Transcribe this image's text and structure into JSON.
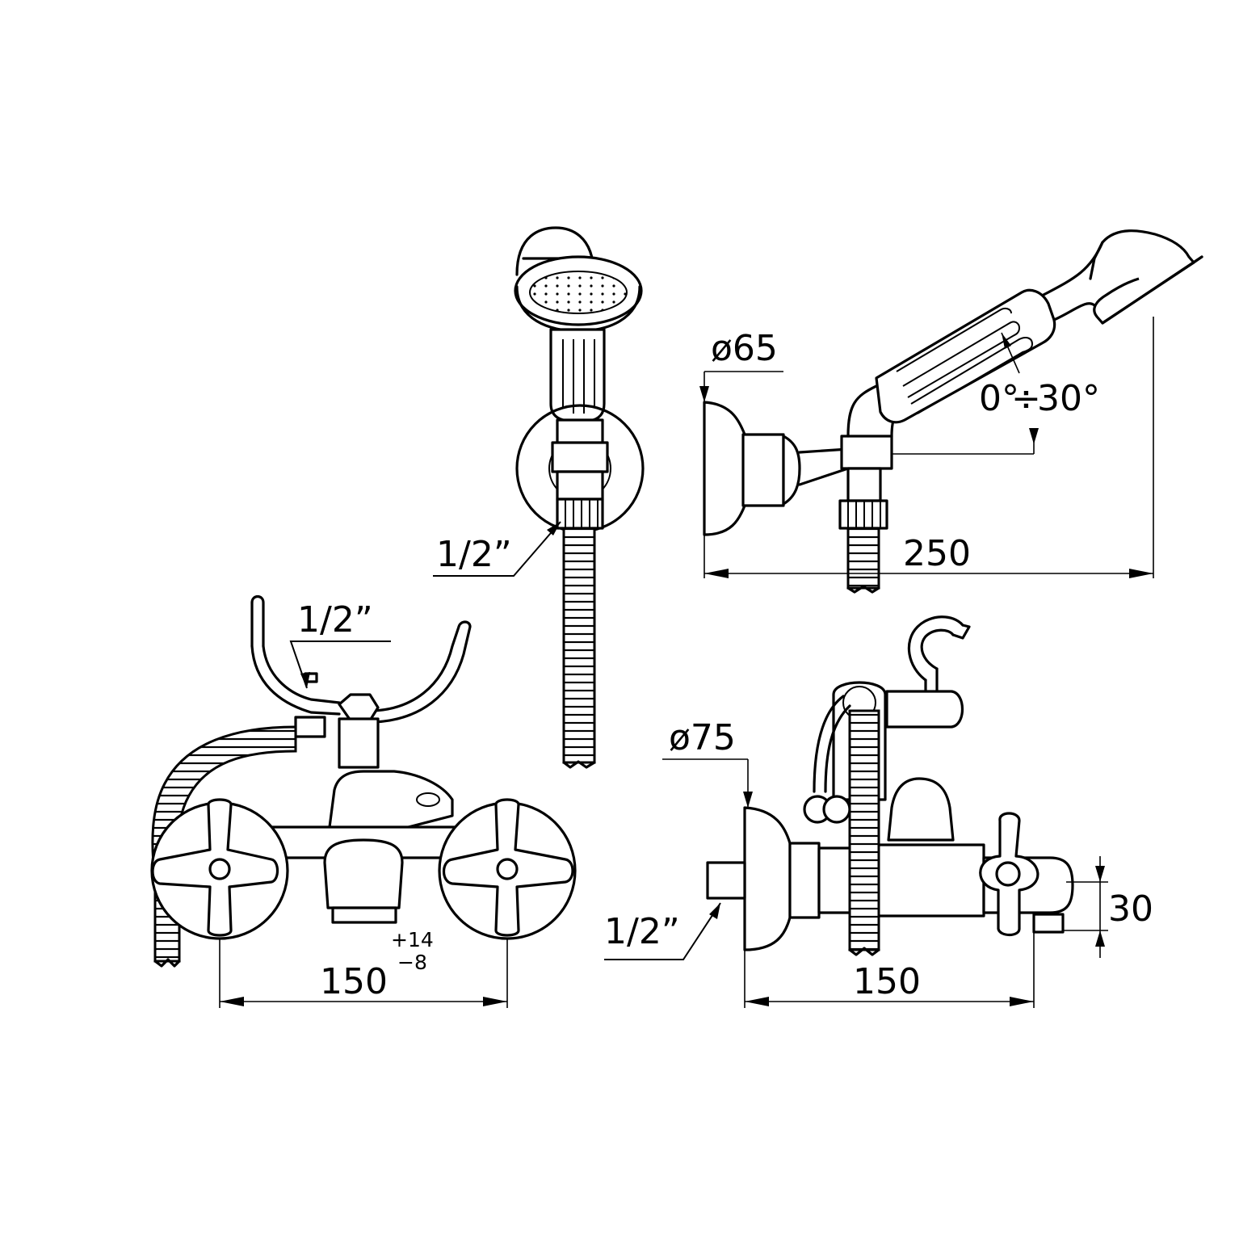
{
  "labels": {
    "hand_shower_front_thread": "1/2”",
    "hand_shower_side_flange_diameter": "ø65",
    "hand_shower_tilt_angle_from": "0°",
    "hand_shower_tilt_angle_sep": "÷",
    "hand_shower_tilt_angle_to": "30°",
    "hand_shower_side_length": "250",
    "mixer_front_thread": "1/2”",
    "mixer_front_center_distance": "150",
    "mixer_front_tolerance_plus": "+14",
    "mixer_front_tolerance_minus": "−8",
    "mixer_side_flange_diameter": "ø75",
    "mixer_side_thread": "1/2”",
    "mixer_side_depth": "150",
    "mixer_side_height": "30"
  }
}
